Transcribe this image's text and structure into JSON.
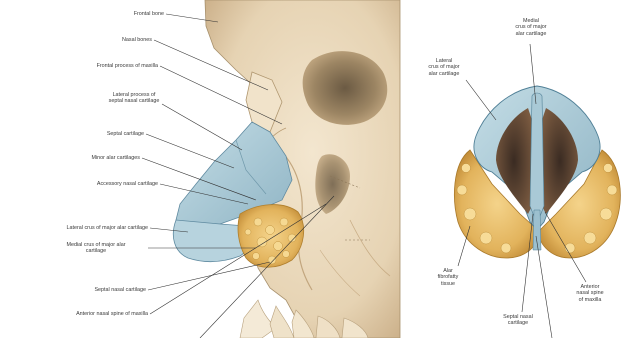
{
  "colors": {
    "background": "#ffffff",
    "bone": "#ecdcc2",
    "bone_shadow": "#c9b08d",
    "cartilage_blue": "#a9c9d6",
    "cartilage_blue_dark": "#6f98aa",
    "alar_fibrofatty": "#e7b962",
    "alar_dark": "#c8902f",
    "label_text": "#3a3a3a",
    "leader_line": "#333333"
  },
  "lateral_view": {
    "labels": {
      "frontal_bone": "Frontal bone",
      "nasal_bones": "Nasal bones",
      "frontal_process_maxilla": "Frontal process of maxilla",
      "lateral_process_septal": "Lateral process of\nseptal nasal cartilage",
      "septal_cartilage": "Septal cartilage",
      "minor_alar": "Minor alar cartilages",
      "accessory_nasal": "Accessory nasal cartilage",
      "lateral_crus": "Lateral crus of major alar cartilage",
      "medial_crus": "Medial crus of major alar\ncartilage",
      "septal_nasal_cartilage": "Septal nasal cartilage",
      "anterior_nasal_spine": "Anterior nasal spine of maxilla"
    }
  },
  "inferior_view": {
    "labels": {
      "medial_crus": "Medial\ncrus of major\nalar cartilage",
      "lateral_crus": "Lateral\ncrus of major\nalar cartilage",
      "alar_fibrofatty": "Alar\nfibrofatty\ntissue",
      "septal_nasal_cartilage": "Septal nasal\ncartilage",
      "anterior_nasal_spine": "Anterior\nnasal spine\nof maxilla"
    }
  }
}
